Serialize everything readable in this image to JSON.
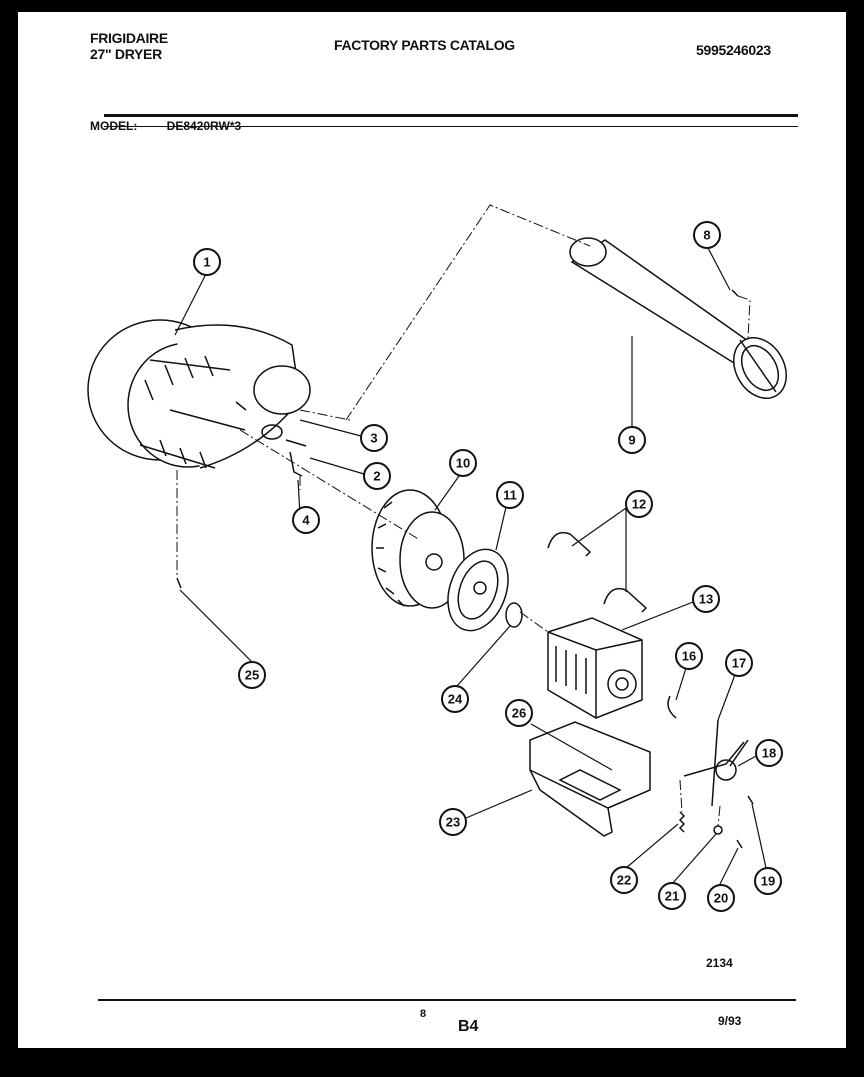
{
  "header": {
    "brand": "FRIGIDAIRE",
    "product": "27\" DRYER",
    "catalog_title": "FACTORY PARTS CATALOG",
    "part_number": "5995246023"
  },
  "model": {
    "label": "MODEL:",
    "value": "DE8420RW*3"
  },
  "callouts": [
    "1",
    "2",
    "3",
    "4",
    "8",
    "9",
    "10",
    "11",
    "12",
    "13",
    "16",
    "17",
    "18",
    "19",
    "20",
    "21",
    "22",
    "23",
    "24",
    "25",
    "26"
  ],
  "footer": {
    "figure_number": "2134",
    "page_number": "8",
    "section": "B4",
    "revision": "9/93"
  }
}
